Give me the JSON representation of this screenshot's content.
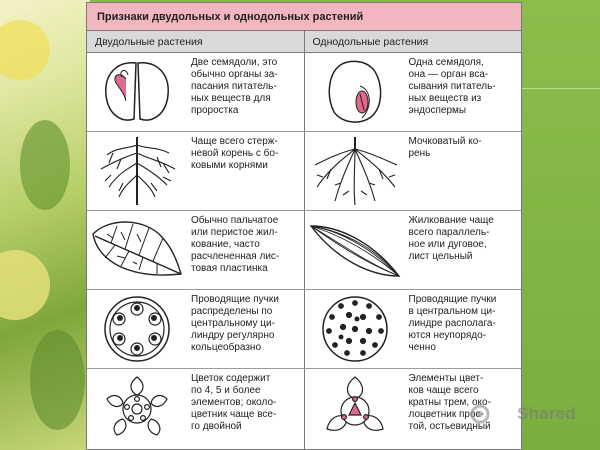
{
  "title": "Признаки двудольных и однодольных растений",
  "columns": {
    "dicot": "Двудольные растения",
    "monocot": "Однодольные растения"
  },
  "rows": [
    {
      "dicot_icon": "dicot-seed-icon",
      "dicot_lines": [
        "Две семядоли, это",
        "обычно органы за-",
        "пасания питатель-",
        "ных веществ для",
        "проростка"
      ],
      "monocot_icon": "monocot-seed-icon",
      "monocot_lines": [
        "Одна семядоля,",
        "она — орган вса-",
        "сывания питатель-",
        "ных веществ из",
        "эндоспермы"
      ]
    },
    {
      "dicot_icon": "taproot-icon",
      "dicot_lines": [
        "Чаще всего стерж-",
        "невой корень с бо-",
        "ковыми корнями"
      ],
      "monocot_icon": "fibrous-root-icon",
      "monocot_lines": [
        "Мочковатый ко-",
        "рень"
      ]
    },
    {
      "dicot_icon": "net-veined-leaf-icon",
      "dicot_lines": [
        "Обычно пальчатое",
        "или перистое жил-",
        "кование, часто",
        "расчлененная лис-",
        "товая пластинка"
      ],
      "monocot_icon": "parallel-veined-leaf-icon",
      "monocot_lines": [
        "Жилкование чаще",
        "всего параллель-",
        "ное или дуговое,",
        "лист цельный"
      ]
    },
    {
      "dicot_icon": "dicot-stem-section-icon",
      "dicot_lines": [
        "Проводящие пучки",
        "распределены по",
        "центральному ци-",
        "линдру регулярно",
        "кольцеобразно"
      ],
      "monocot_icon": "monocot-stem-section-icon",
      "monocot_lines": [
        "Проводящие пучки",
        "в центральном ци-",
        "линдре располага-",
        "ются неупорядо-",
        "ченно"
      ]
    },
    {
      "dicot_icon": "five-part-flower-icon",
      "dicot_lines": [
        "Цветок содержит",
        "по 4, 5 и более",
        "элементов; около-",
        "цветник чаще все-",
        "го двойной"
      ],
      "monocot_icon": "three-part-flower-icon",
      "monocot_lines": [
        "Элементы цвет-",
        "ков чаще всего",
        "кратны трем, око-",
        "лоцветник прос-",
        "той, остьевидный"
      ]
    }
  ],
  "watermark": {
    "part1": "My",
    "part2": "Shared"
  }
}
